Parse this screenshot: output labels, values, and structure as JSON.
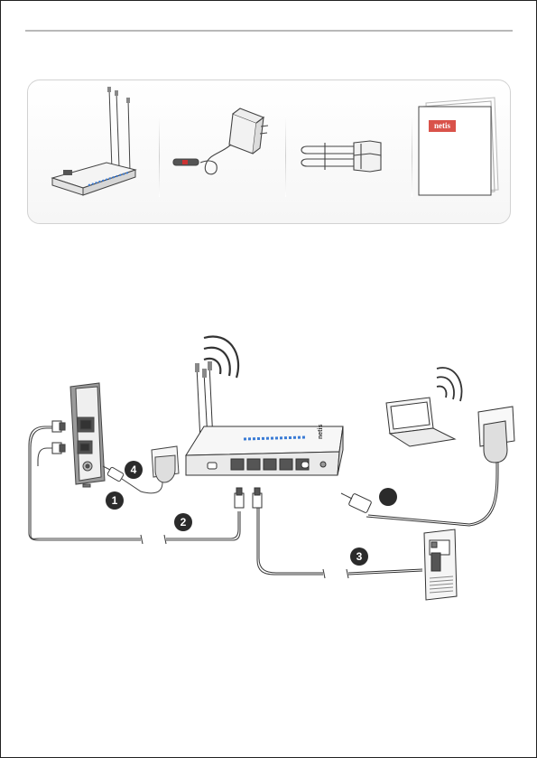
{
  "package_contents": {
    "items": [
      {
        "id": "router",
        "icon": "router-icon"
      },
      {
        "id": "power-adapter",
        "icon": "power-adapter-icon"
      },
      {
        "id": "ethernet-cable",
        "icon": "ethernet-cable-icon"
      },
      {
        "id": "quick-guide",
        "icon": "quick-guide-booklet-icon"
      }
    ],
    "manual_brand": "netis"
  },
  "connection_diagram": {
    "router_brand": "netis",
    "steps": [
      {
        "number": "1",
        "icon": "step-1-badge"
      },
      {
        "number": "2",
        "icon": "step-2-badge"
      },
      {
        "number": "3",
        "icon": "step-3-badge"
      },
      {
        "number": "4",
        "icon": "step-4-badge"
      },
      {
        "number": "",
        "icon": "step-blank-badge"
      }
    ]
  },
  "colors": {
    "frame": "#222222",
    "rule": "#b9b9b9",
    "panel_border": "#d2d2d2",
    "brand_red": "#d9524a",
    "led_blue": "#3a7bd5",
    "badge": "#2b2b2b"
  }
}
